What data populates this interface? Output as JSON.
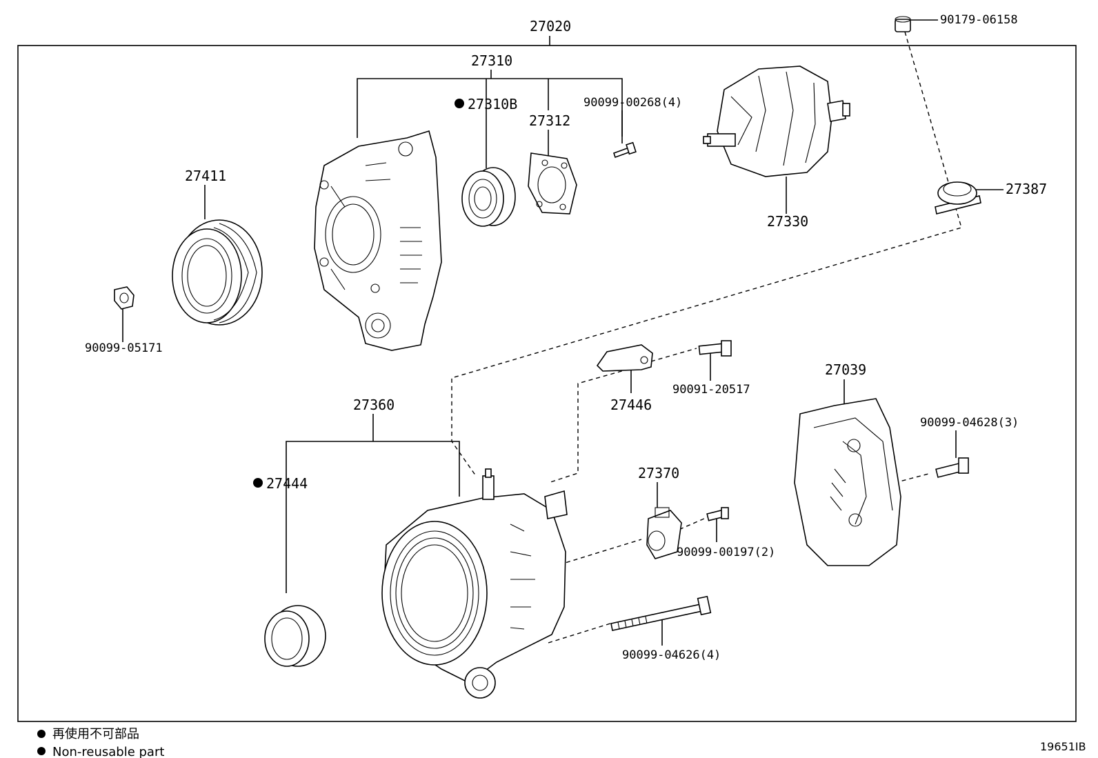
{
  "labels": {
    "l27020": "27020",
    "l27310": "27310",
    "l27310B": "27310B",
    "l27312": "27312",
    "l90099_00268": "90099-00268(4)",
    "l90179_06158": "90179-06158",
    "l27411": "27411",
    "l27330": "27330",
    "l27387": "27387",
    "l90099_05171": "90099-05171",
    "l90091_20517": "90091-20517",
    "l27446": "27446",
    "l27039": "27039",
    "l27360": "27360",
    "l90099_04628": "90099-04628(3)",
    "l27444": "27444",
    "l27370": "27370",
    "l90099_00197": "90099-00197(2)",
    "l90099_04626": "90099-04626(4)"
  },
  "legend": {
    "jp": "再使用不可部品",
    "en": "Non-reusable part"
  },
  "drawing_code": "19651IB"
}
